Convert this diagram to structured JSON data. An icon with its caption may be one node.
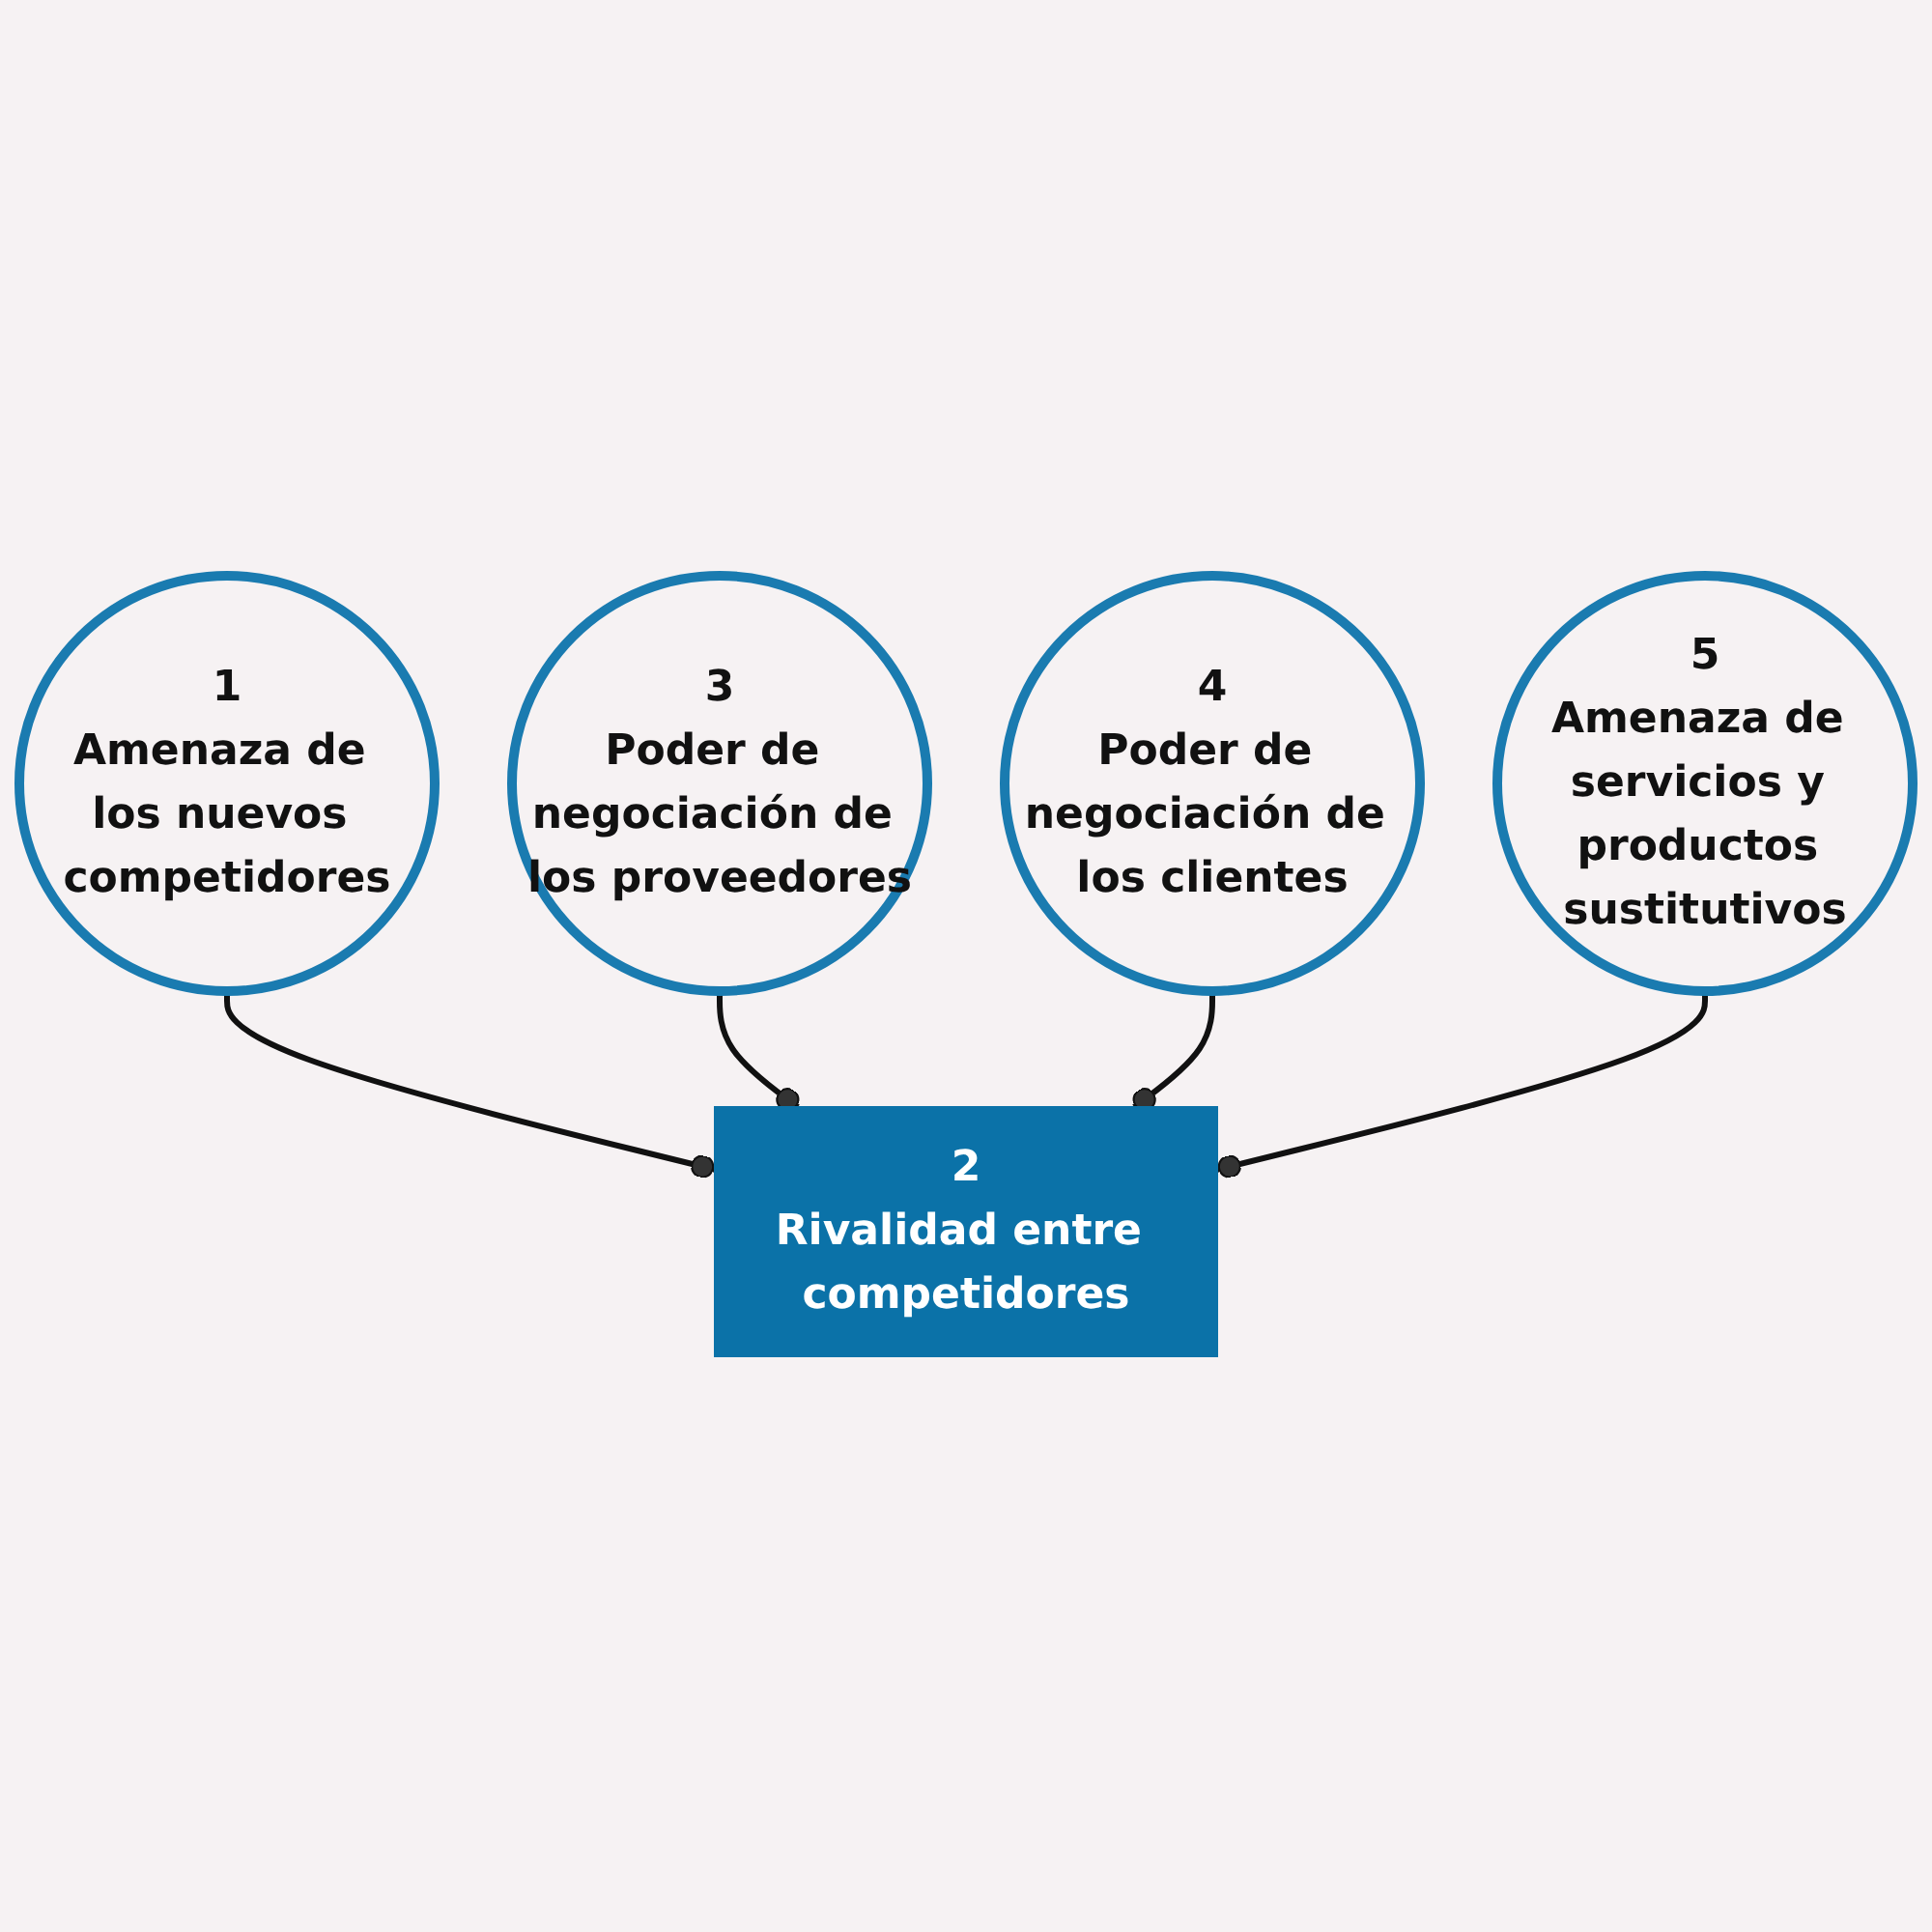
{
  "diagram": {
    "nodes": [
      {
        "text": [
          "1",
          "Amenaza de los nuevos competidores"
        ]
      },
      {
        "text": [
          "3",
          "Poder de negociación de los proveedores"
        ]
      },
      {
        "text": [
          "2",
          "Rivalidad entre competidores"
        ]
      },
      {
        "text": [
          "4",
          "Poder de negociación de los clientes"
        ]
      },
      {
        "text": [
          "5",
          "Amenaza de servicios y productos sustitutivos"
        ]
      }
    ],
    "edges": [
      {
        "from": 0,
        "to": 2,
        "arrow": "other"
      },
      {
        "from": 1,
        "to": 2,
        "arrow": "other"
      },
      {
        "from": 3,
        "to": 2,
        "arrow": "other"
      },
      {
        "from": 4,
        "to": 2,
        "arrow": "other"
      }
    ]
  }
}
